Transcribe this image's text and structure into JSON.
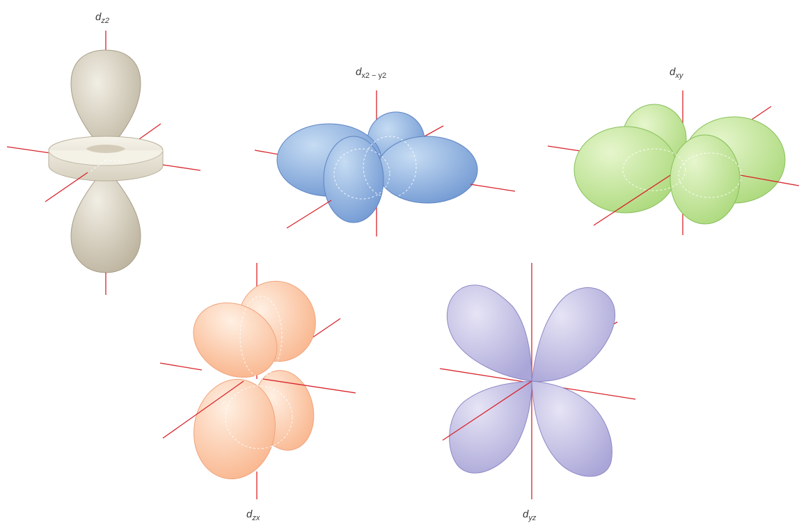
{
  "orbitals": [
    {
      "id": "dz2",
      "base": "d",
      "sub": "z2",
      "color": "#cdc6b2"
    },
    {
      "id": "dx2y2",
      "base": "d",
      "sub": "x2 − y2",
      "color": "#7ea4d9"
    },
    {
      "id": "dxy",
      "base": "d",
      "sub": "xy",
      "color": "#b2de84"
    },
    {
      "id": "dzx",
      "base": "d",
      "sub": "zx",
      "color": "#fbbd98"
    },
    {
      "id": "dyz",
      "base": "d",
      "sub": "yz",
      "color": "#b4b1dd"
    }
  ]
}
